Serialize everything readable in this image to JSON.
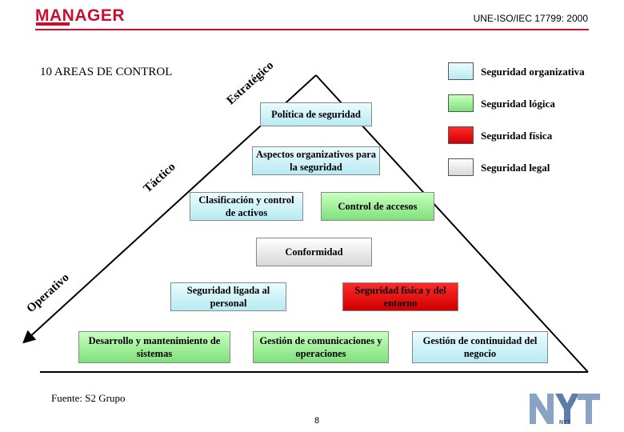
{
  "header": {
    "logo_text": "MANAGER",
    "standard": "UNE-ISO/IEC 17799: 2000"
  },
  "title": "10 AREAS DE CONTROL",
  "axis_labels": {
    "strategic": "Estratégico",
    "tactical": "Táctico",
    "operational": "Operativo"
  },
  "legend": [
    {
      "label": "Seguridad organizativa",
      "color": "#b7eaf2"
    },
    {
      "label": "Seguridad lógica",
      "color": "#7fe07a"
    },
    {
      "label": "Seguridad física",
      "color": "#d00000"
    },
    {
      "label": "Seguridad legal",
      "color": "#e6e6e6"
    }
  ],
  "areas": {
    "politica": "Política de seguridad",
    "aspectos": "Aspectos organizativos para la seguridad",
    "clasificacion": "Clasificación y control de activos",
    "control_accesos": "Control de accesos",
    "conformidad": "Conformidad",
    "personal": "Seguridad ligada al personal",
    "fisica_entorno": "Seguridad física y del entorno",
    "desarrollo": "Desarrollo y mantenimiento de sistemas",
    "comunicaciones": "Gestión de comunicaciones y operaciones",
    "continuidad": "Gestión de continuidad del negocio"
  },
  "source": "Fuente:  S2 Grupo",
  "page_number": "8",
  "footer_logo": "NYT"
}
